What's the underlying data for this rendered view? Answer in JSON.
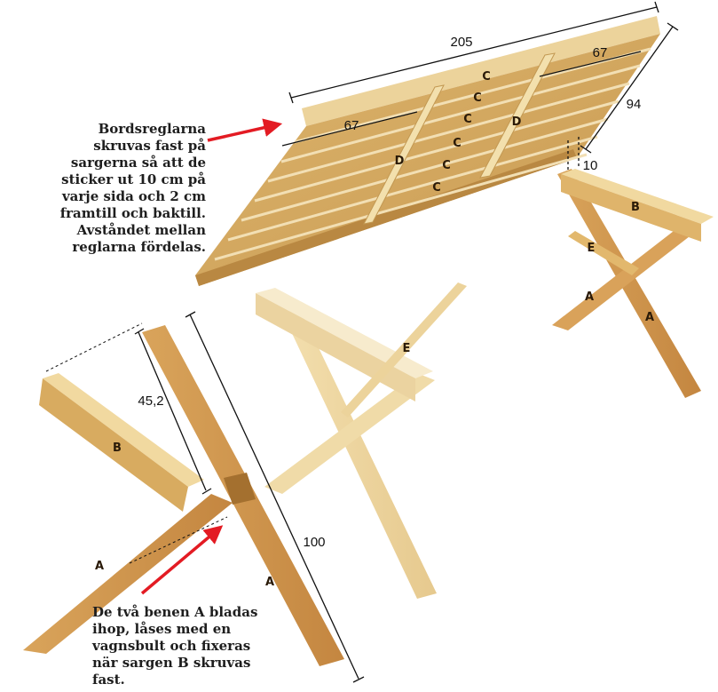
{
  "notes": {
    "top": "Bordsreglarna skruvas fast på sargerna så att de sticker ut 10 cm på varje sida och 2 cm framtill och baktill. Avståndet mellan reglarna fördelas.",
    "bottom": "De två benen A bladas ihop, låses med en vagnsbult och fixeras när sargen B skruvas fast."
  },
  "dimensions": {
    "table_length": "205",
    "table_width": "94",
    "brace_spacing_left": "67",
    "brace_spacing_right": "67",
    "overhang": "10",
    "leg_b_length": "45,2",
    "leg_a_length": "100"
  },
  "parts": {
    "slat": "C",
    "brace": "D",
    "apron": "B",
    "leg": "A",
    "diagonal": "E"
  },
  "colors": {
    "wood_light": "#f1d9a0",
    "wood_mid": "#e3b96d",
    "wood_dark": "#c98a42",
    "wood_shadow": "#a4702f",
    "arrow_red": "#e31b23"
  }
}
